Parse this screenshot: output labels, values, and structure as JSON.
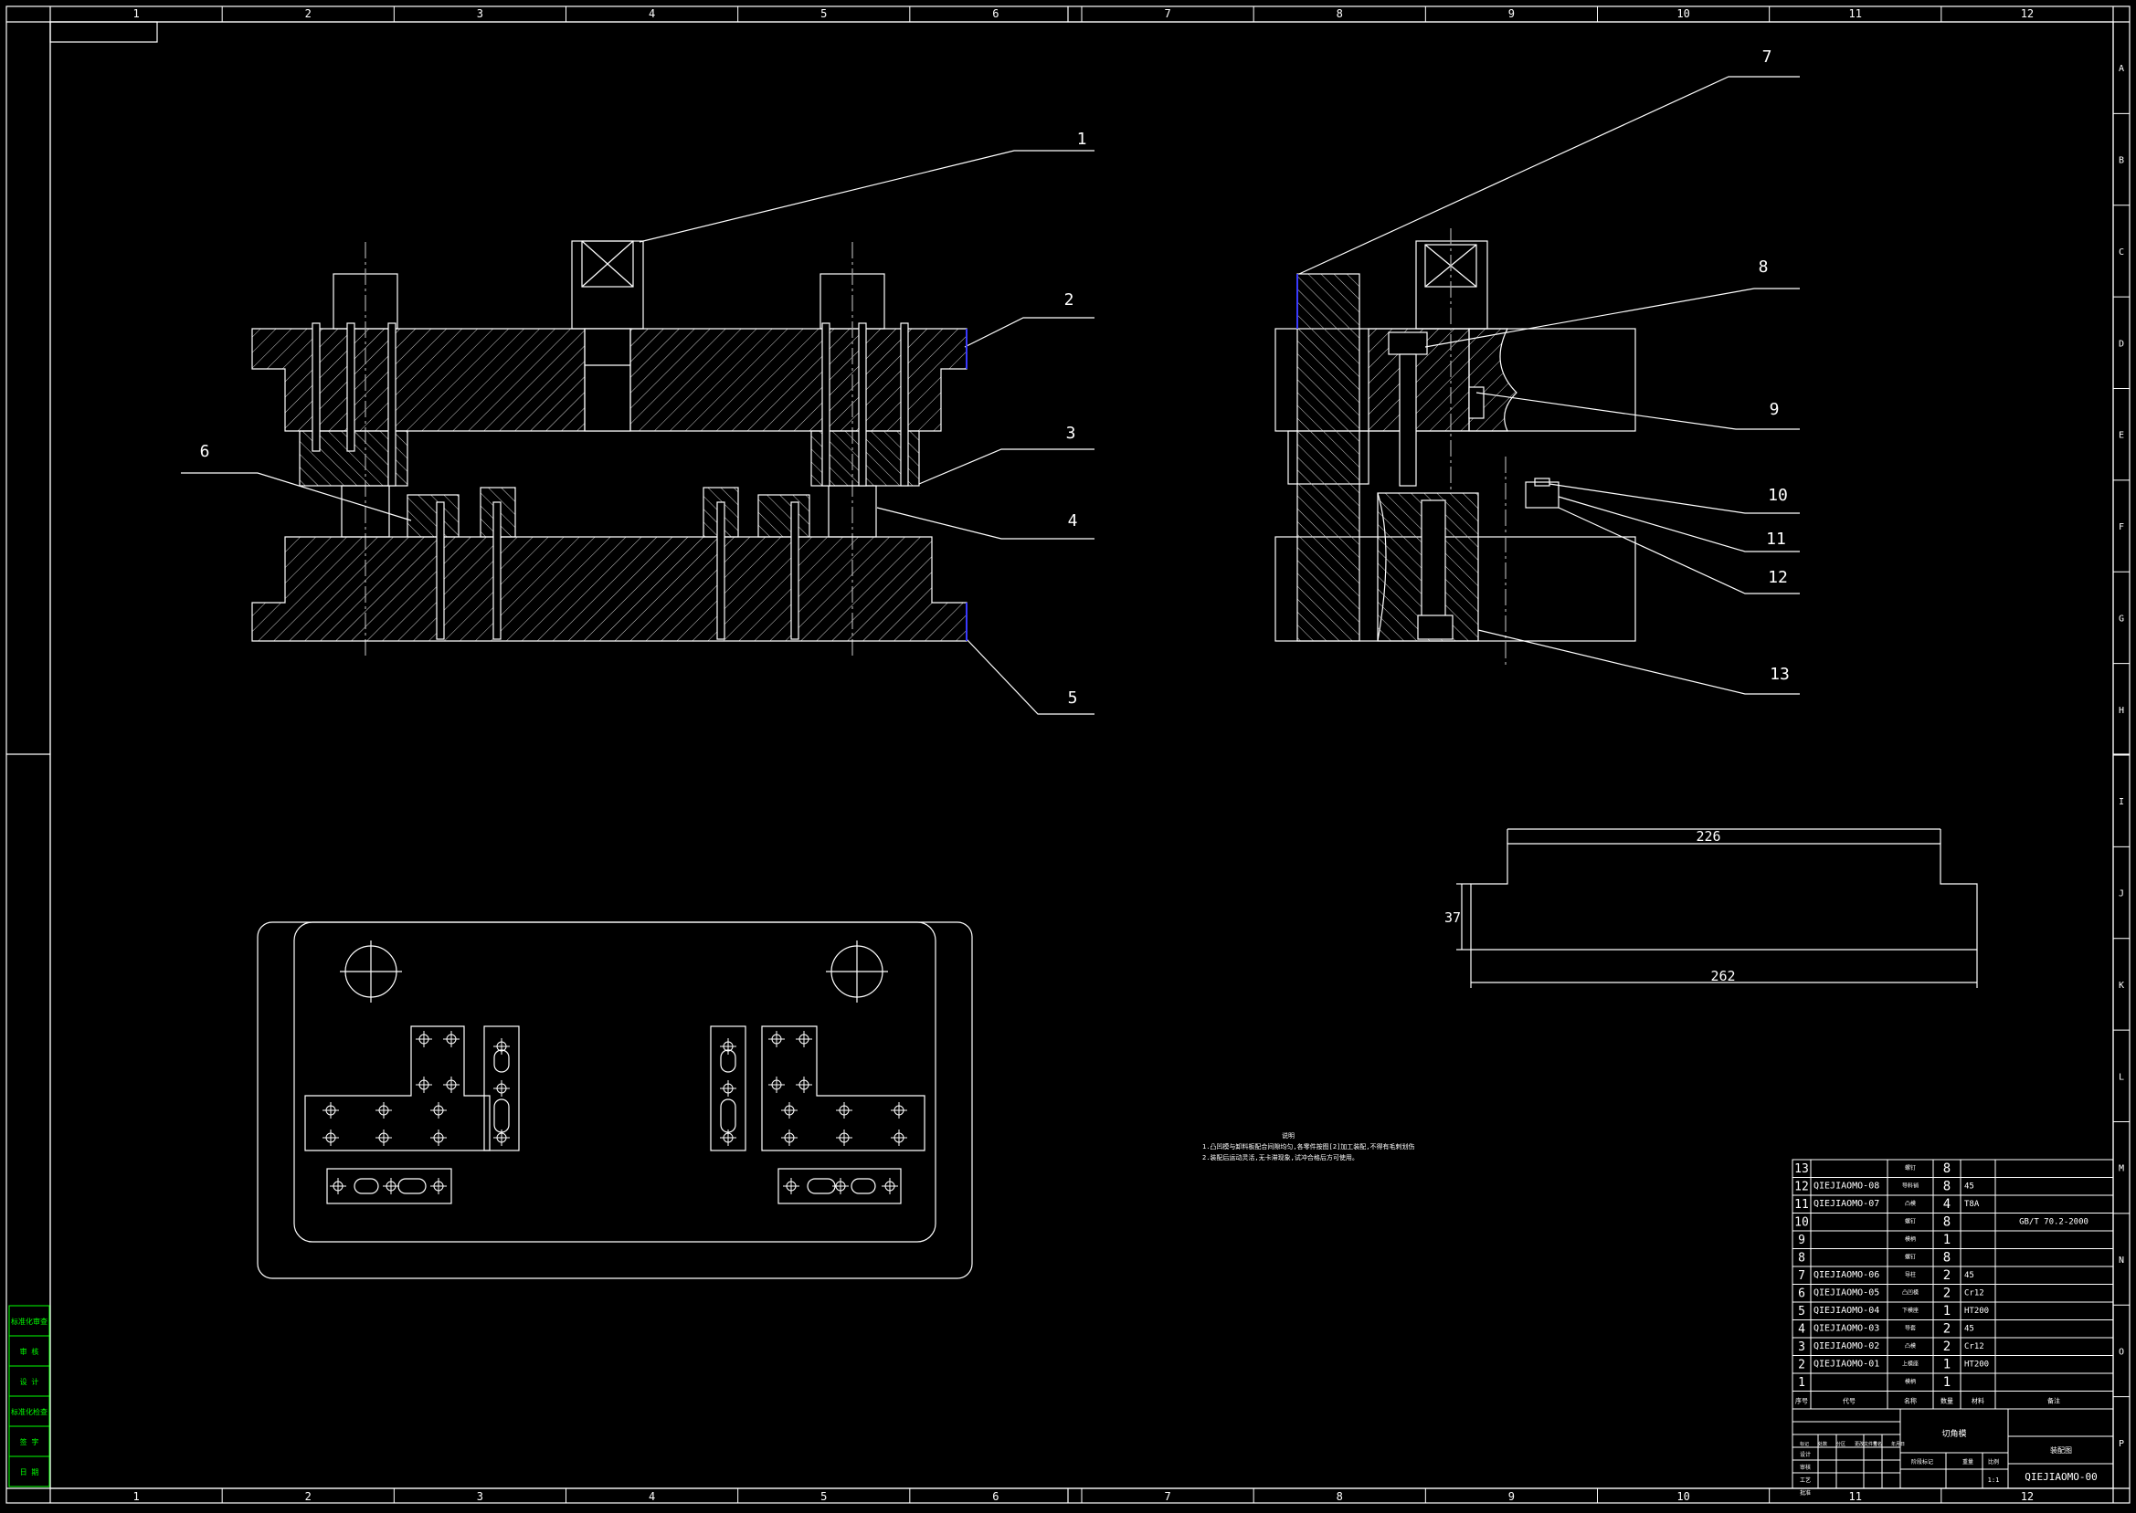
{
  "colors": {
    "background": "#000000",
    "line": "#ffffff",
    "hidden": "#bcbcbc",
    "accent_green": "#00ff00",
    "blue_edge": "#3a3aff"
  },
  "border": {
    "columns": [
      "1",
      "2",
      "3",
      "4",
      "5",
      "6",
      "7",
      "8",
      "9",
      "10",
      "11",
      "12"
    ],
    "rows": [
      "A",
      "B",
      "C",
      "D",
      "E",
      "F",
      "G",
      "H",
      "I",
      "J",
      "K",
      "L",
      "M",
      "N",
      "O",
      "P"
    ]
  },
  "front_view": {
    "leaders": [
      "1",
      "2",
      "3",
      "4",
      "5",
      "6"
    ]
  },
  "side_view": {
    "leaders": [
      "7",
      "8",
      "9",
      "10",
      "11",
      "12",
      "13"
    ]
  },
  "strip_layout": {
    "dim_top": "226",
    "dim_bottom": "262",
    "dim_height": "37"
  },
  "tech_notes": {
    "title": "说明",
    "line1": "1.凸凹模与卸料板配合间隙均匀,各零件按图[2]加工装配,不得有毛刺划伤",
    "line2": "2.装配后运动灵活,无卡滞现象,试冲合格后方可使用。"
  },
  "side_stamp": [
    "标准化审查",
    "审 核",
    "设 计",
    "标准化检查",
    "签 字",
    "日 期"
  ],
  "bom": {
    "rows": [
      {
        "no": "13",
        "code": "",
        "name": "螺钉",
        "qty": "8",
        "mat": "",
        "note": ""
      },
      {
        "no": "12",
        "code": "QIEJIAOMO-08",
        "name": "导料销",
        "qty": "8",
        "mat": "45",
        "note": ""
      },
      {
        "no": "11",
        "code": "QIEJIAOMO-07",
        "name": "凸模",
        "qty": "4",
        "mat": "T8A",
        "note": ""
      },
      {
        "no": "10",
        "code": "",
        "name": "螺钉",
        "qty": "8",
        "mat": "",
        "note": "GB/T 70.2-2000"
      },
      {
        "no": "9",
        "code": "",
        "name": "模柄",
        "qty": "1",
        "mat": "",
        "note": ""
      },
      {
        "no": "8",
        "code": "",
        "name": "螺钉",
        "qty": "8",
        "mat": "",
        "note": ""
      },
      {
        "no": "7",
        "code": "QIEJIAOMO-06",
        "name": "导柱",
        "qty": "2",
        "mat": "45",
        "note": ""
      },
      {
        "no": "6",
        "code": "QIEJIAOMO-05",
        "name": "凸凹模",
        "qty": "2",
        "mat": "Cr12",
        "note": ""
      },
      {
        "no": "5",
        "code": "QIEJIAOMO-04",
        "name": "下模座",
        "qty": "1",
        "mat": "HT200",
        "note": ""
      },
      {
        "no": "4",
        "code": "QIEJIAOMO-03",
        "name": "导套",
        "qty": "2",
        "mat": "45",
        "note": ""
      },
      {
        "no": "3",
        "code": "QIEJIAOMO-02",
        "name": "凸模",
        "qty": "2",
        "mat": "Cr12",
        "note": ""
      },
      {
        "no": "2",
        "code": "QIEJIAOMO-01",
        "name": "上模座",
        "qty": "1",
        "mat": "HT200",
        "note": ""
      },
      {
        "no": "1",
        "code": "",
        "name": "模柄",
        "qty": "1",
        "mat": "",
        "note": ""
      }
    ],
    "header": {
      "no": "序号",
      "code": "代号",
      "name": "名称",
      "qty": "数量",
      "mat": "材料",
      "note": "备注"
    }
  },
  "title_block": {
    "part_name": "切角模",
    "drawing_no": "QIEJIAOMO-00",
    "company": "装配图",
    "stage": "阶段标记",
    "weight": "重量",
    "scale": "比例",
    "scale_value": "1:1",
    "marks": [
      "标记",
      "处数",
      "分区",
      "更改文件号",
      "签名",
      "年月日"
    ],
    "roles": [
      "设计",
      "审核",
      "工艺",
      "批准"
    ]
  }
}
